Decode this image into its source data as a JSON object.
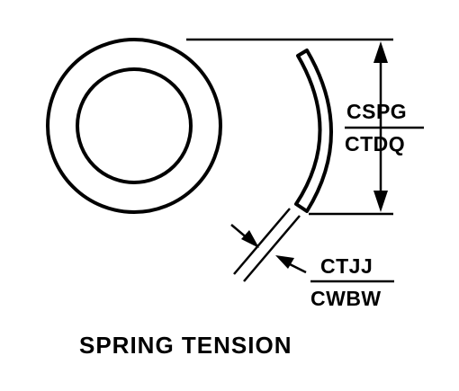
{
  "diagram": {
    "labels": {
      "thickness_over_height_top": "CSPG",
      "thickness_over_height_bottom": "CTDQ",
      "thickness_top": "CTJJ",
      "thickness_bottom": "CWBW"
    },
    "title": "SPRING TENSION"
  }
}
